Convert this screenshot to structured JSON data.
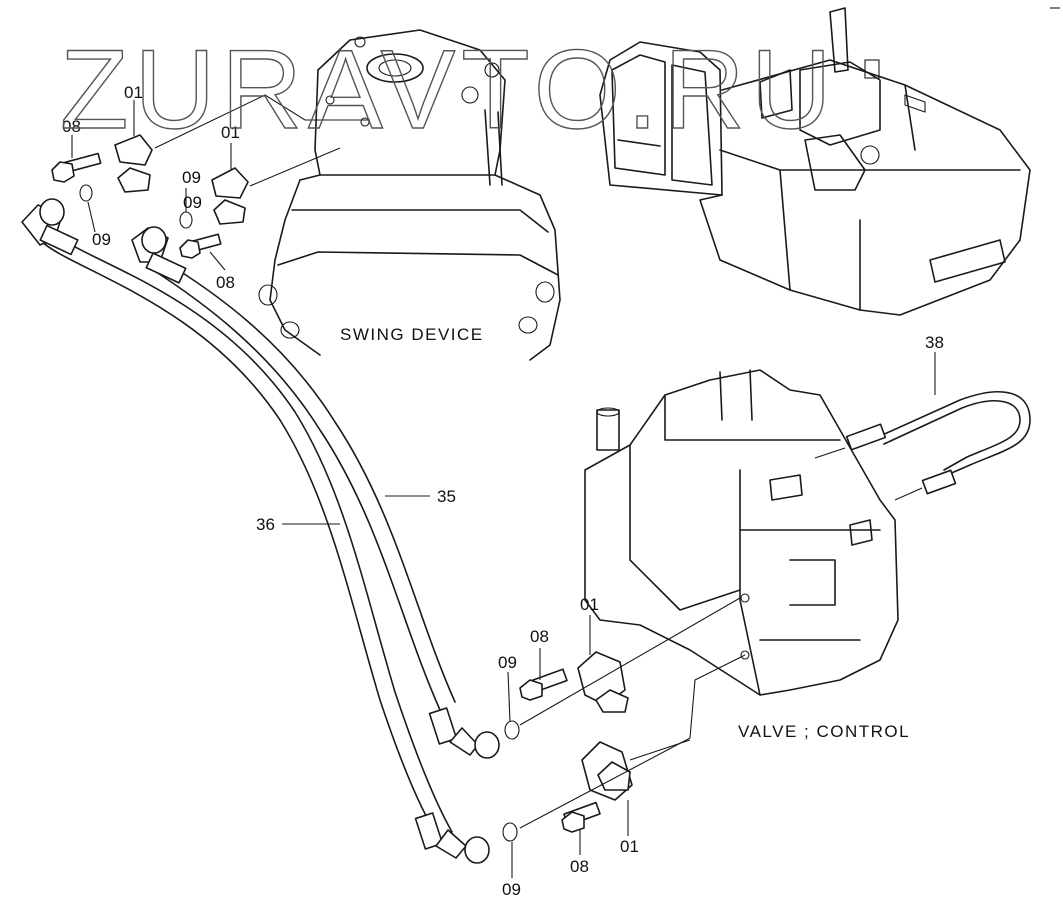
{
  "watermark": "ZURAVTO.RU",
  "captions": {
    "swing_device": "SWING DEVICE",
    "valve_control": "VALVE ; CONTROL"
  },
  "callouts": {
    "a": "01",
    "b": "01",
    "c": "08",
    "d": "09",
    "e": "09",
    "f": "08",
    "g": "09",
    "h": "38",
    "i": "35",
    "j": "36",
    "k": "01",
    "l": "08",
    "m": "09",
    "n": "01",
    "o": "08",
    "p": "09"
  }
}
